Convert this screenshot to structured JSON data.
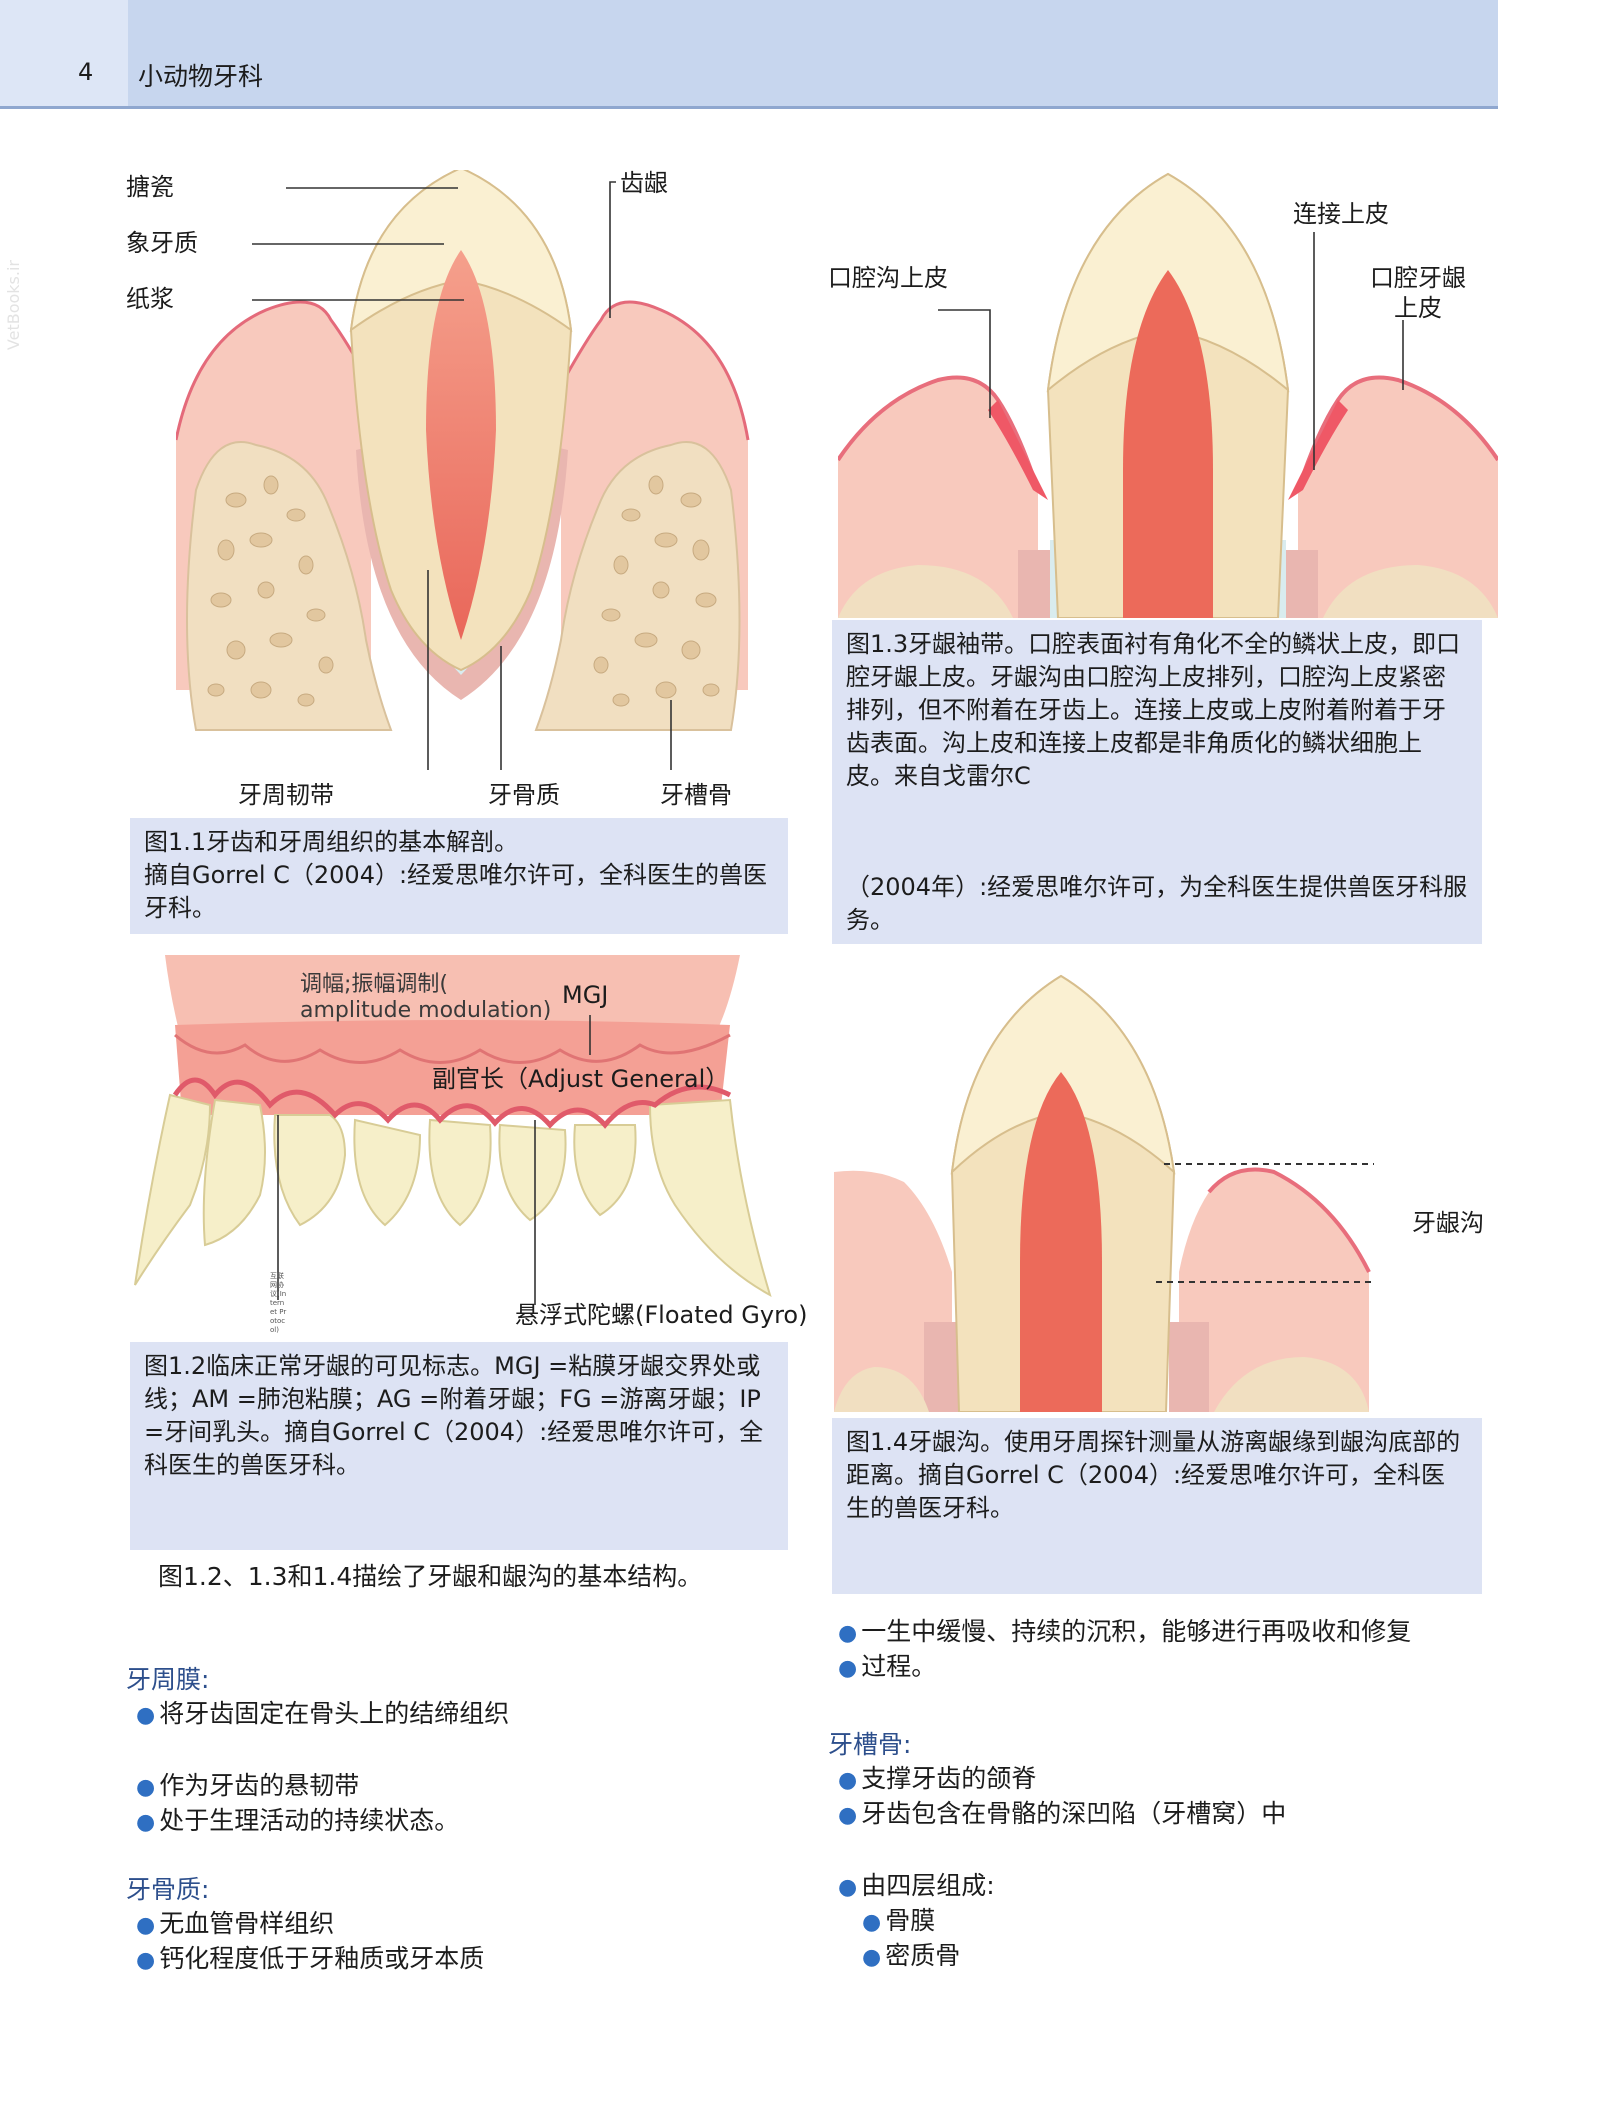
{
  "header": {
    "page_number": "4",
    "running_title": "小动物牙科"
  },
  "watermark": "VetBooks.ir",
  "fig1_1": {
    "labels": {
      "enamel": "搪瓷",
      "dentin": "象牙质",
      "pulp": "纸浆",
      "gingiva": "齿龈",
      "pdl": "牙周韧带",
      "cementum": "牙骨质",
      "alveolar_bone": "牙槽骨"
    },
    "caption": "图1.1牙齿和牙周组织的基本解剖。\n摘自Gorrel C（2004）:经爱思唯尔许可，全科医生的兽医牙科。"
  },
  "fig1_2": {
    "labels": {
      "am": "调幅;振幅调制(\namplitude modulation)",
      "mgj": "MGJ",
      "ag": "副官长（Adjust General）",
      "fg": "悬浮式陀螺(Floated Gyro)",
      "ip": "互联网协议(Internet Protocol)"
    },
    "caption": "图1.2临床正常牙龈的可见标志。MGJ =粘膜牙龈交界处或线；AM =肺泡粘膜；AG =附着牙龈；FG =游离牙龈；IP =牙间乳头。摘自Gorrel C（2004）:经爱思唯尔许可，全科医生的兽医牙科。"
  },
  "fig1_3": {
    "labels": {
      "sulcular": "口腔沟上皮",
      "junctional": "连接上皮",
      "oral_gingival": "口腔牙龈\n上皮"
    },
    "caption_1": "图1.3牙龈袖带。口腔表面衬有角化不全的鳞状上皮，即口腔牙龈上皮。牙龈沟由口腔沟上皮排列，口腔沟上皮紧密排列，但不附着在牙齿上。连接上皮或上皮附着附着于牙齿表面。沟上皮和连接上皮都是非角质化的鳞状细胞上皮。来自戈雷尔C",
    "caption_2": "（2004年）:经爱思唯尔许可，为全科医生提供兽医牙科服务。"
  },
  "fig1_4": {
    "labels": {
      "sulcus": "牙龈沟"
    },
    "caption": "图1.4牙龈沟。使用牙周探针测量从游离龈缘到龈沟底部的距离。摘自Gorrel C（2004）:经爱思唯尔许可，全科医生的兽医牙科。"
  },
  "body": {
    "intro": "图1.2、1.3和1.4描绘了牙龈和龈沟的基本结构。",
    "pdl_heading": "牙周膜:",
    "pdl_items": [
      "将牙齿固定在骨头上的结缔组织",
      "作为牙齿的悬韧带",
      "处于生理活动的持续状态。"
    ],
    "cementum_heading": "牙骨质:",
    "cementum_items": [
      "无血管骨样组织",
      "钙化程度低于牙釉质或牙本质"
    ],
    "right_items": [
      "一生中缓慢、持续的沉积，能够进行再吸收和修复",
      "过程。"
    ],
    "bone_heading": "牙槽骨:",
    "bone_items": [
      "支撑牙齿的颌脊",
      "牙齿包含在骨骼的深凹陷（牙槽窝）中"
    ],
    "layers_lead": "由四层组成:",
    "layers_items": [
      "骨膜",
      "密质骨"
    ]
  }
}
